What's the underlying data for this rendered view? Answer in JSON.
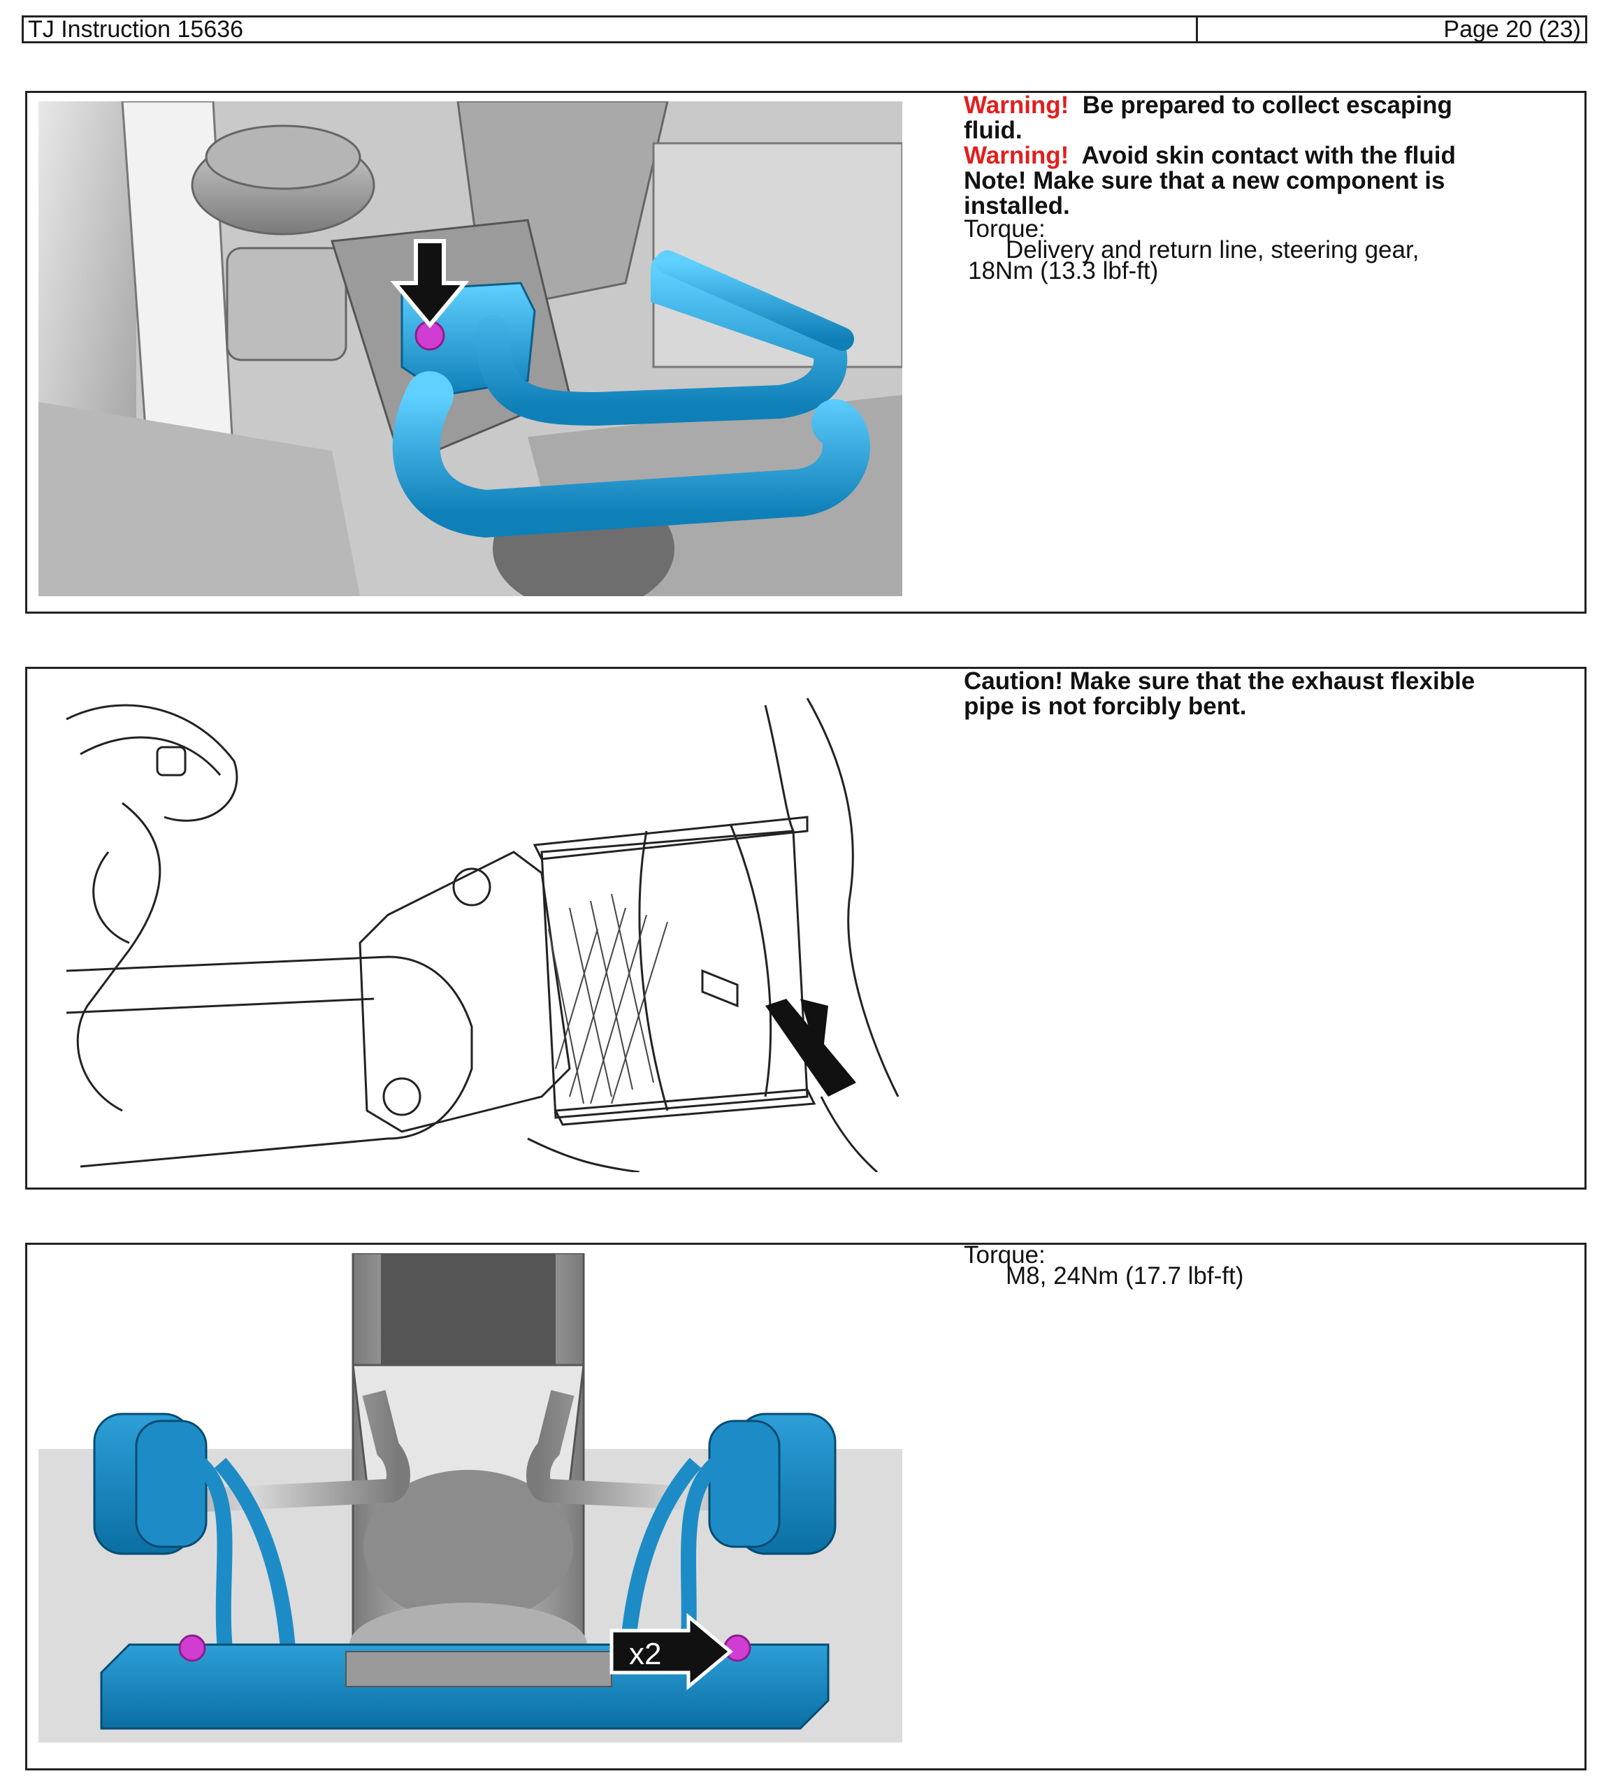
{
  "header": {
    "title": "TJ Instruction 15636",
    "page": "Page 20 (23)"
  },
  "panel1": {
    "warning1_label": "Warning!",
    "warning1_text": "Be prepared to collect escaping",
    "warning1_text2": "fluid.",
    "warning2_label": "Warning!",
    "warning2_text": "Avoid skin contact with the fluid",
    "note_text": "Note!  Make sure that a new component is",
    "note_text2": "installed.",
    "torque_label": "Torque:",
    "torque_item": "Delivery and return line, steering gear,",
    "torque_value": "18Nm (13.3 lbf-ft)"
  },
  "panel2": {
    "caution_text": "Caution!  Make sure that the exhaust flexible",
    "caution_text2": "pipe is not forcibly bent."
  },
  "panel3": {
    "torque_label": "Torque:",
    "torque_value": "M8,  24Nm (17.7 lbf-ft)",
    "callout": "x2"
  },
  "colors": {
    "warning": "#e0201f",
    "highlight_blue": "#1e9fd6",
    "bolt_magenta": "#d13cd3"
  }
}
